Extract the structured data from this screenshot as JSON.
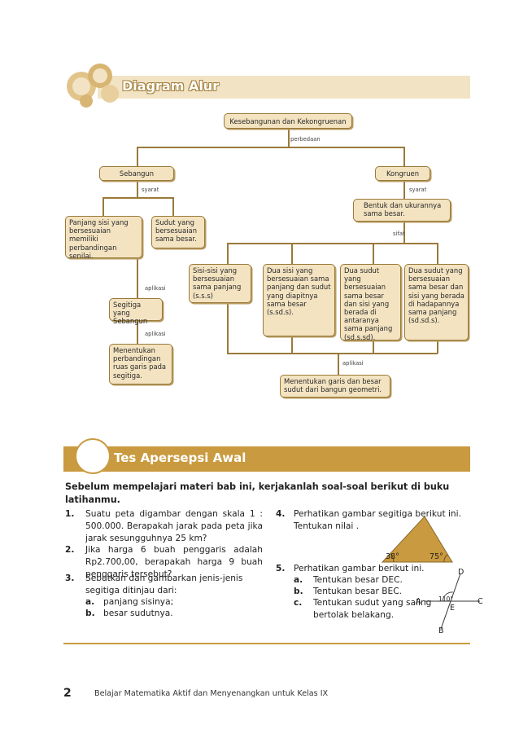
{
  "header": {
    "title": "Diagram Alur"
  },
  "diagram": {
    "root": "Kesebangunan dan Kekongruenan",
    "root_edge": "perbedaan",
    "left": {
      "title": "Sebangun",
      "edge": "syarat",
      "cond1": "Panjang sisi yang bersesuaian memiliki perbandingan senilai.",
      "cond2": "Sudut yang bersesuaian sama besar.",
      "edge2": "aplikasi",
      "result": "Segitiga yang Sebangun",
      "edge3": "aplikasi",
      "application": "Menentukan perbandingan ruas garis pada segitiga."
    },
    "right": {
      "title": "Kongruen",
      "edge": "syarat",
      "cond": "Bentuk dan ukurannya sama besar.",
      "edge2": "sifat",
      "properties": [
        "Sisi-sisi yang bersesuaian sama panjang (s.s.s)",
        "Dua sisi yang bersesuaian sama panjang dan sudut yang diapitnya sama besar (s.sd.s).",
        "Dua sudut yang bersesuaian sama besar dan sisi yang berada di antaranya sama panjang (sd.s.sd).",
        "Dua sudut yang bersesuaian sama besar dan sisi yang berada di hadapannya sama panjang (sd.sd.s)."
      ],
      "edge3": "aplikasi",
      "application": "Menentukan garis dan besar sudut dari bangun geometri."
    }
  },
  "test": {
    "title": "Tes Apersepsi Awal",
    "intro": "Sebelum mempelajari materi bab ini, kerjakanlah soal-soal berikut di buku latihanmu.",
    "q1_num": "1.",
    "q1": "Suatu peta digambar dengan skala 1 : 500.000. Berapakah jarak pada peta jika jarak sesungguhnya 25 km?",
    "q2_num": "2.",
    "q2": "Jika harga 6 buah penggaris adalah Rp2.700,00, berapakah harga 9 buah penggaris tersebut?",
    "q3_num": "3.",
    "q3": "Sebutkan dan gambarkan jenis-jenis segitiga ditinjau dari:",
    "q3a_l": "a.",
    "q3a": "panjang sisinya;",
    "q3b_l": "b.",
    "q3b": "besar sudutnya.",
    "q4_num": "4.",
    "q4": "Perhatikan gambar segitiga berikut ini. Tentukan nilai .",
    "tri_a1": "38°",
    "tri_a2": "75°",
    "q5_num": "5.",
    "q5": "Perhatikan gambar berikut ini.",
    "q5a_l": "a.",
    "q5a": "Tentukan besar DEC.",
    "q5b_l": "b.",
    "q5b": "Tentukan besar BEC.",
    "q5c_l": "c.",
    "q5c": "Tentukan sudut yang saling bertolak belakang.",
    "fig5": {
      "A": "A",
      "B": "B",
      "C": "C",
      "D": "D",
      "E": "E",
      "angle": "110°"
    }
  },
  "footer": {
    "page": "2",
    "text": "Belajar Matematika Aktif dan Menyenangkan untuk Kelas IX"
  },
  "colors": {
    "accent": "#c99a3f",
    "box": "#f3e3c1",
    "line": "#9a7a3a"
  }
}
